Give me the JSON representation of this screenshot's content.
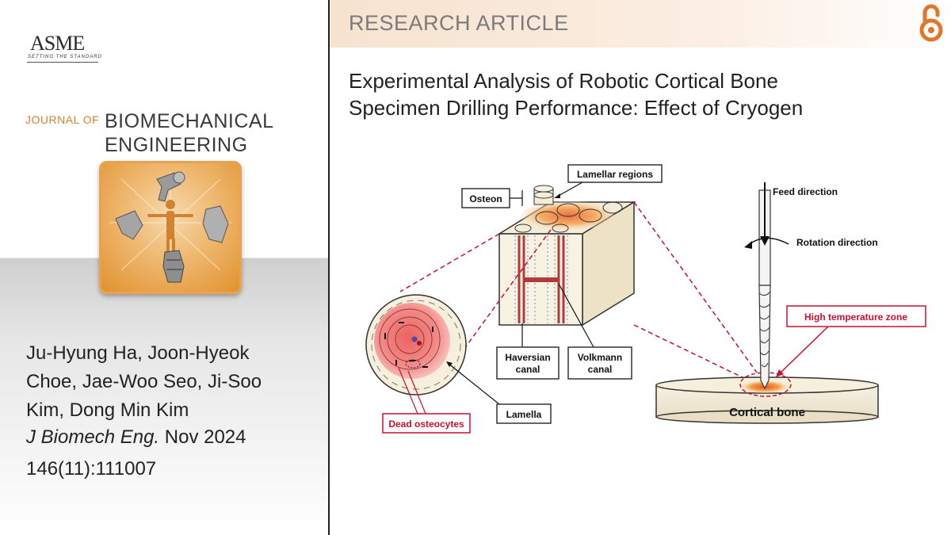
{
  "branding": {
    "publisher_logo_text": "ASME",
    "publisher_tagline": "SETTING THE STANDARD",
    "journal_prefix": "JOURNAL OF",
    "journal_name_line1": "BIOMECHANICAL",
    "journal_name_line2": "ENGINEERING"
  },
  "header": {
    "label": "RESEARCH ARTICLE",
    "open_access_icon": "open-access-lock-icon",
    "accent_color": "#e0762b"
  },
  "article": {
    "title_line1": "Experimental Analysis of Robotic Cortical Bone",
    "title_line2": "Specimen Drilling Performance: Effect of Cryogen",
    "authors": "Ju-Hyung Ha, Joon-Hyeok Choe, Jae-Woo Seo, Ji-Soo Kim, Dong Min Kim",
    "journal_abbrev": "J Biomech Eng.",
    "date": "Nov 2024",
    "volume_issue_page": "146(11):111007"
  },
  "figure": {
    "labels": {
      "lamellar_regions": "Lamellar regions",
      "osteon": "Osteon",
      "haversian_canal_line1": "Haversian",
      "haversian_canal_line2": "canal",
      "volkmann_canal_line1": "Volkmann",
      "volkmann_canal_line2": "canal",
      "lamella": "Lamella",
      "dead_osteocytes": "Dead osteocytes",
      "feed_direction": "Feed direction",
      "rotation_direction": "Rotation direction",
      "high_temperature_zone": "High temperature zone",
      "cortical_bone": "Cortical bone"
    },
    "colors": {
      "heat": "#f28a3a",
      "highlight_red": "#c8102e",
      "canal": "#b23a3a"
    }
  }
}
